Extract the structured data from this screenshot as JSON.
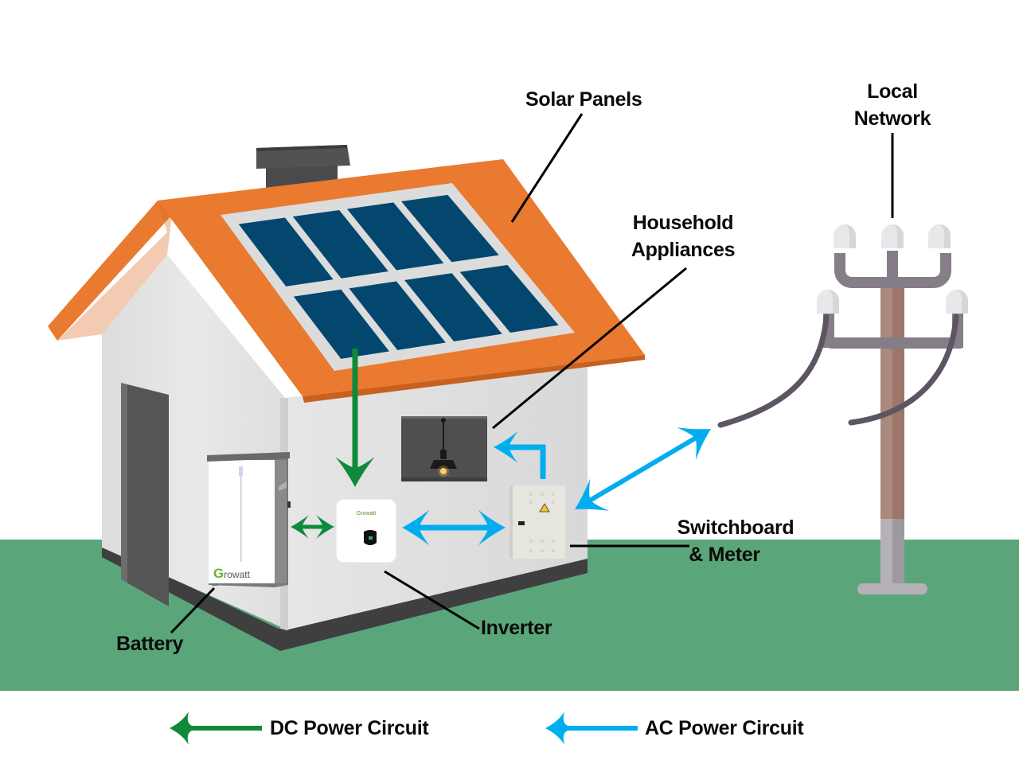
{
  "diagram": {
    "title": "Grid-connected solar power system with battery storage",
    "labels": {
      "solar_panels": "Solar Panels",
      "local_network_line1": "Local",
      "local_network_line2": "Network",
      "household_line1": "Household",
      "household_line2": "Appliances",
      "switchboard_line1": "Switchboard",
      "switchboard_line2": "& Meter",
      "inverter": "Inverter",
      "battery": "Battery"
    },
    "device_branding": {
      "battery_brand": "rowatt",
      "battery_brand_initial": "G",
      "inverter_brand": "Growatt"
    },
    "connections": [
      {
        "from": "Solar Panels",
        "to": "Inverter",
        "circuit": "DC",
        "direction": "one-way"
      },
      {
        "from": "Battery",
        "to": "Inverter",
        "circuit": "DC",
        "direction": "two-way"
      },
      {
        "from": "Inverter",
        "to": "Switchboard & Meter",
        "circuit": "AC",
        "direction": "two-way"
      },
      {
        "from": "Switchboard & Meter",
        "to": "Household Appliances",
        "circuit": "AC",
        "direction": "one-way"
      },
      {
        "from": "Switchboard & Meter",
        "to": "Local Network",
        "circuit": "AC",
        "direction": "two-way"
      }
    ],
    "panel_grid": {
      "rows": 2,
      "columns": 4
    }
  },
  "legend": {
    "items": [
      {
        "label": "DC Power Circuit",
        "color": "#0f8a3a",
        "icon": "arrow-left-icon"
      },
      {
        "label": "AC Power Circuit",
        "color": "#00adef",
        "icon": "arrow-left-icon"
      }
    ]
  },
  "colors": {
    "dc": "#0f8a3a",
    "ac": "#00adef",
    "roof": "#e97a30",
    "panel": "#03476e",
    "ground": "#5aa67a",
    "pole": "#a6887a"
  }
}
